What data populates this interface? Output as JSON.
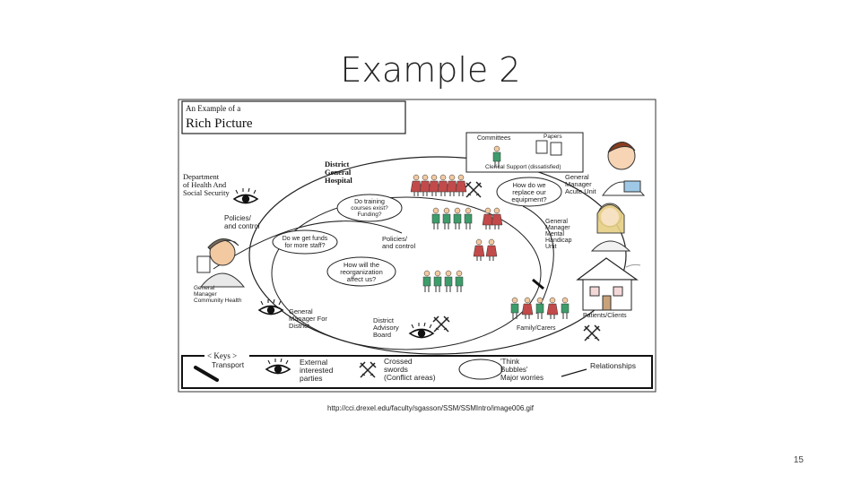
{
  "slide": {
    "title": "Example 2",
    "source_url": "http://cci.drexel.edu/faculty/sgasson/SSM/SSMIntro/image006.gif",
    "page_number": "15"
  },
  "figure": {
    "title_line1": "An Example of a",
    "title_line2": "Rich Picture",
    "labels": {
      "dept_health": [
        "Department",
        "of Health And",
        "Social Security"
      ],
      "district_hospital": [
        "District",
        "General",
        "Hospital"
      ],
      "policies_left": [
        "Policies/",
        "and control"
      ],
      "do_training": [
        "Do training",
        "courses exist?",
        "Funding?"
      ],
      "committees": "Committees",
      "papers": "Papers",
      "clerical": "Clerical Support (dissatisfied)",
      "general_manager_acute": [
        "General",
        "Manager",
        "Acute Unit"
      ],
      "how_replace": [
        "How do we",
        "replace our",
        "equipment?"
      ],
      "general_manager_mental": [
        "General",
        "Manager",
        "Mental",
        "Handicap",
        "Unit"
      ],
      "enough_funds": [
        "Do we get funds",
        "for more staff?"
      ],
      "policies_center": [
        "Policies/",
        "and control"
      ],
      "general_manager_community": [
        "General",
        "Manager",
        "Community Health"
      ],
      "reorganization": [
        "How will the",
        "reorganization",
        "affect us?"
      ],
      "gm_district": [
        "General",
        "Manager For",
        "District"
      ],
      "district_board": [
        "District",
        "Advisory",
        "Board"
      ],
      "family_carers": "Family/Carers",
      "patients_clients": "Patients/Clients"
    },
    "keys": {
      "title": "< Keys >",
      "transport": "Transport",
      "external": [
        "External",
        "interested",
        "parties"
      ],
      "crossed_swords": [
        "Crossed",
        "swords",
        "(Conflict areas)"
      ],
      "think_bubbles": [
        "'Think",
        "Bubbles'",
        "Major worries"
      ],
      "relationships": "Relationships"
    }
  }
}
